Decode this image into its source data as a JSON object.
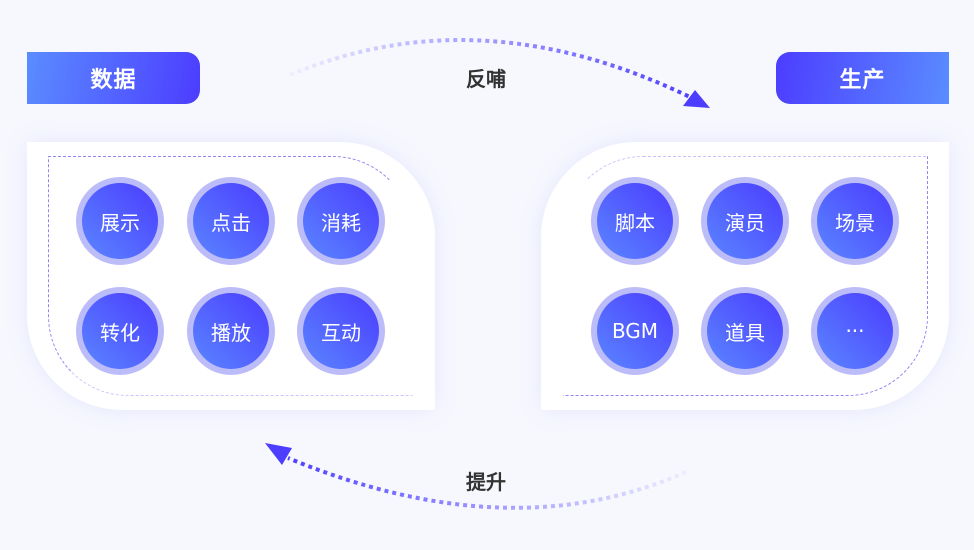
{
  "left": {
    "title": "数据",
    "items": [
      "展示",
      "点击",
      "消耗",
      "转化",
      "播放",
      "互动"
    ]
  },
  "right": {
    "title": "生产",
    "items": [
      "脚本",
      "演员",
      "场景",
      "BGM",
      "道具",
      "···"
    ]
  },
  "arrows": {
    "top_label": "反哺",
    "bottom_label": "提升"
  },
  "colors": {
    "accent": "#4c3dff",
    "accent_light": "#5a8cff",
    "ring": "#bcbcf8",
    "background": "#f7f8fe"
  }
}
